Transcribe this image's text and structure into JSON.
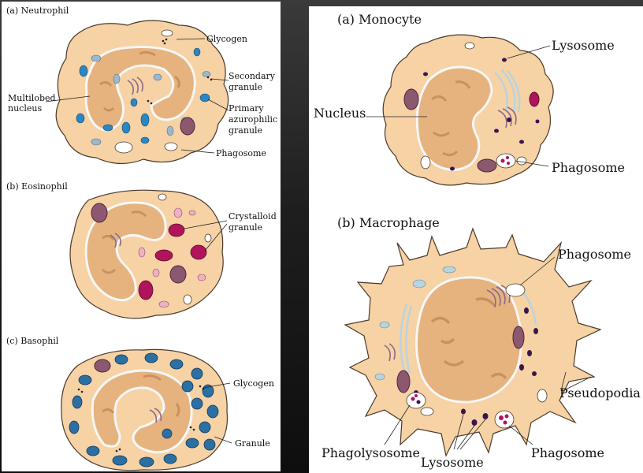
{
  "left": {
    "neutrophil": {
      "title": "(a) Neutrophil",
      "labels": {
        "glycogen": "Glycogen",
        "secondary1": "Secondary",
        "secondary2": "granule",
        "multilobed1": "Multilobed",
        "multilobed2": "nucleus",
        "primary1": "Primary",
        "primary2": "azurophilic",
        "primary3": "granule",
        "phagosome": "Phagosome"
      }
    },
    "eosinophil": {
      "title": "(b) Eosinophil",
      "labels": {
        "crystalloid1": "Crystalloid",
        "crystalloid2": "granule"
      }
    },
    "basophil": {
      "title": "(c) Basophil",
      "labels": {
        "glycogen": "Glycogen",
        "granule": "Granule"
      }
    }
  },
  "right": {
    "monocyte": {
      "title": "(a) Monocyte",
      "labels": {
        "lysosome": "Lysosome",
        "nucleus": "Nucleus",
        "phagosome": "Phagosome"
      }
    },
    "macrophage": {
      "title": "(b) Macrophage",
      "labels": {
        "phagosome_top": "Phagosome",
        "pseudopodia": "Pseudopodia",
        "phagolysosome": "Phagolysosome",
        "lysosome": "Lysosome",
        "phagosome_bottom": "Phagosome"
      }
    }
  },
  "colors": {
    "cytoplasm": "#f6d2a4",
    "cytoplasm_edge": "#4a3a2c",
    "nucleus": "#e6b37f",
    "nucleus_dark": "#c99060",
    "nuclear_envelope": "#f6f6f6",
    "azurophilic": "#2a86c4",
    "secondary": "#9cb8cc",
    "basophil_granule": "#2c6fa3",
    "crystalloid": "#b0145a",
    "eos_pink": "#eeb0c4",
    "lysosome": "#3a1450",
    "mitochondrion": "#8c5870"
  }
}
